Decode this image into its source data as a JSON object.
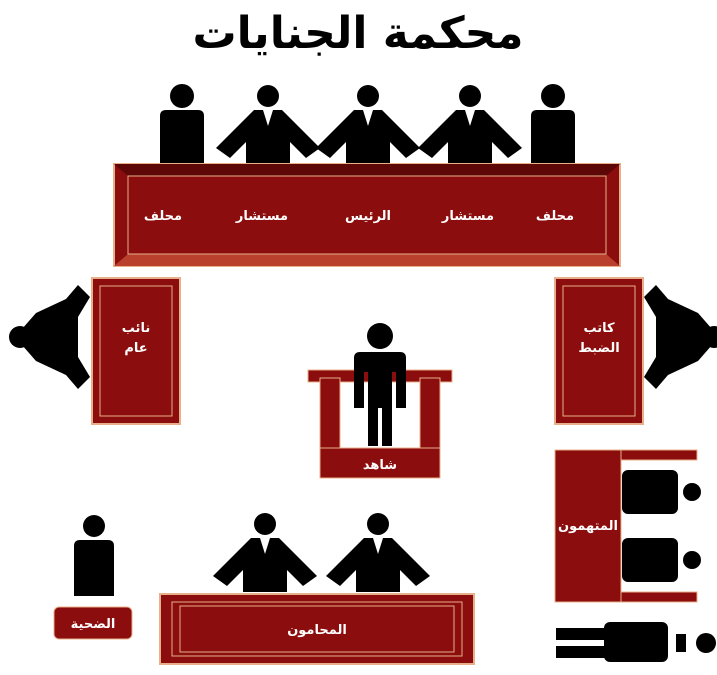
{
  "title": "محكمة الجنايات",
  "bench": {
    "seats": [
      "محلف",
      "مستشار",
      "الرئيس",
      "مستشار",
      "محلف"
    ]
  },
  "prosecutor": {
    "line1": "نائب",
    "line2": "عام"
  },
  "clerk": {
    "line1": "كاتب",
    "line2": "الضبط"
  },
  "witness": {
    "label": "شاهد"
  },
  "defendants": {
    "label": "المتهمون"
  },
  "lawyers": {
    "label": "المحامون"
  },
  "victim": {
    "label": "الضحية"
  },
  "colors": {
    "wood": "#8b0d0d",
    "frame": "#e8b08a",
    "figure": "#000000"
  }
}
